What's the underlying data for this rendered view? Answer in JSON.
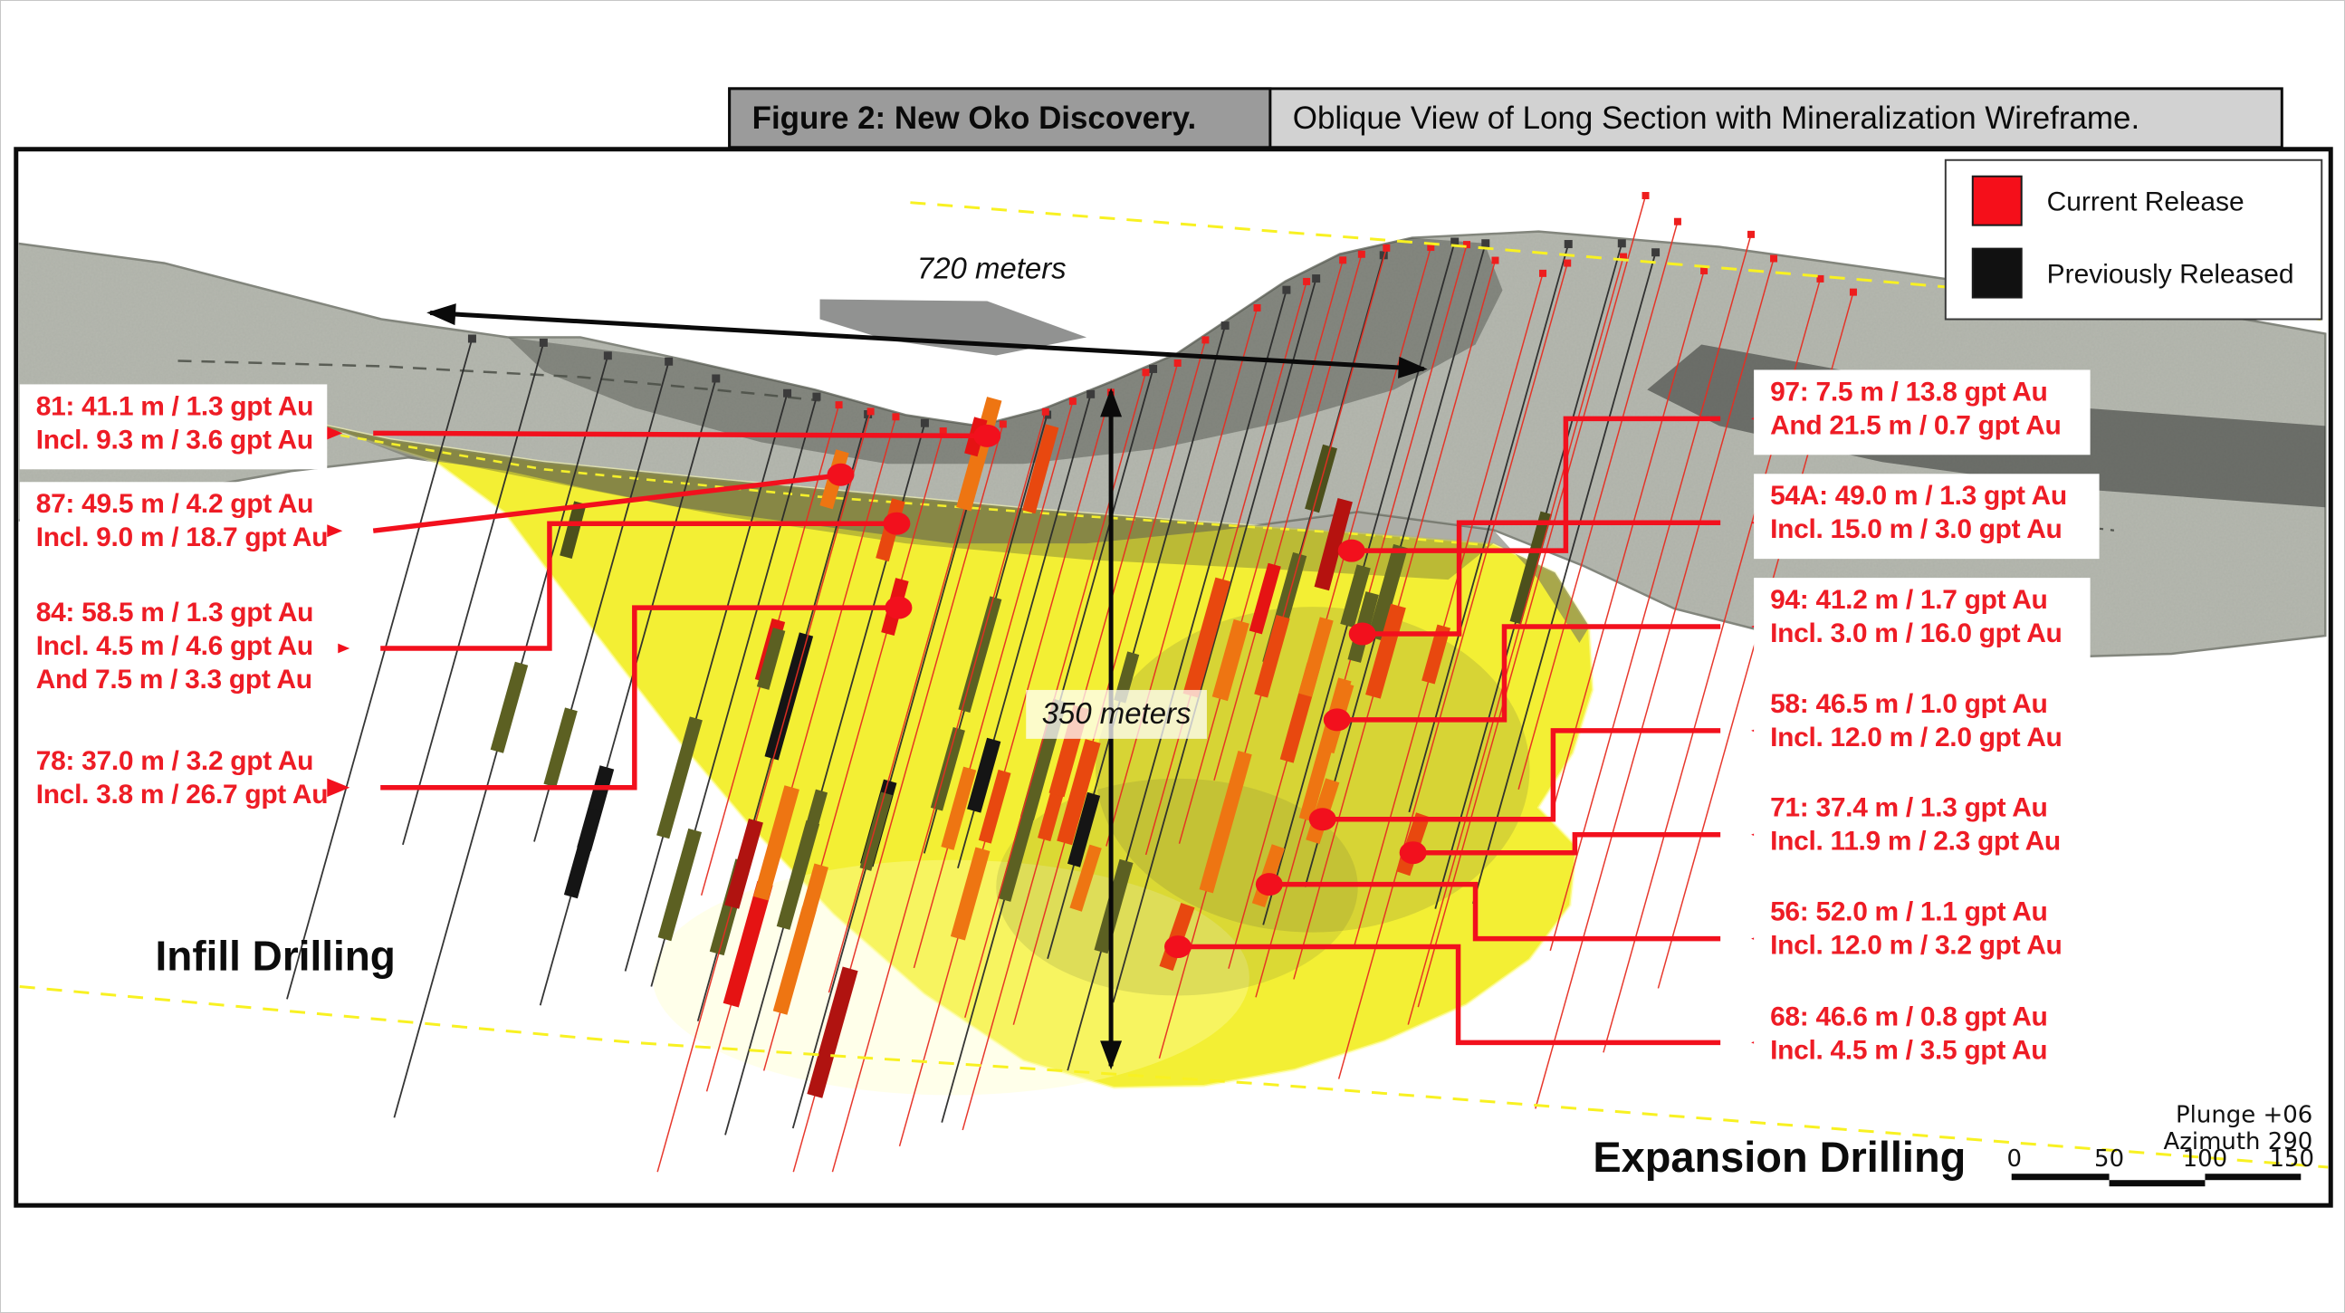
{
  "figure": {
    "title": "Figure 2: New Oko Discovery.",
    "subtitle": "Oblique View of Long Section with Mineralization Wireframe."
  },
  "legend": {
    "items": [
      {
        "label": "Current Release",
        "color": "#f50f1a"
      },
      {
        "label": "Previously Released",
        "color": "#111111"
      }
    ]
  },
  "dimensions": {
    "width_label": "720 meters",
    "depth_label": "350 meters"
  },
  "zones": {
    "left_label": "Infill Drilling",
    "right_label": "Expansion Drilling"
  },
  "view_params": {
    "plunge": "Plunge +06",
    "azimuth": "Azimuth 290"
  },
  "scale_bar": {
    "ticks": [
      "0",
      "50",
      "100",
      "150"
    ]
  },
  "annotations": {
    "left": [
      {
        "hole": "81",
        "lines": [
          "81: 41.1 m / 1.3 gpt Au",
          "Incl. 9.3 m / 3.6 gpt Au"
        ]
      },
      {
        "hole": "87",
        "lines": [
          "87: 49.5 m / 4.2 gpt Au",
          "Incl. 9.0 m / 18.7 gpt Au"
        ]
      },
      {
        "hole": "84",
        "lines": [
          "84: 58.5 m / 1.3 gpt Au",
          "Incl. 4.5 m / 4.6 gpt Au",
          "And 7.5 m / 3.3 gpt Au"
        ]
      },
      {
        "hole": "78",
        "lines": [
          "78: 37.0 m / 3.2 gpt Au",
          "Incl. 3.8 m / 26.7 gpt Au"
        ]
      }
    ],
    "right": [
      {
        "hole": "97",
        "lines": [
          "97: 7.5 m / 13.8 gpt Au",
          "And 21.5 m / 0.7 gpt Au"
        ]
      },
      {
        "hole": "54A",
        "lines": [
          "54A: 49.0 m / 1.3 gpt Au",
          "Incl. 15.0 m / 3.0 gpt Au"
        ]
      },
      {
        "hole": "94",
        "lines": [
          "94: 41.2 m / 1.7 gpt Au",
          "Incl. 3.0 m / 16.0 gpt Au"
        ]
      },
      {
        "hole": "58",
        "lines": [
          "58: 46.5 m / 1.0 gpt Au",
          "Incl. 12.0 m / 2.0 gpt Au"
        ]
      },
      {
        "hole": "71",
        "lines": [
          "71: 37.4 m / 1.3 gpt Au",
          "Incl. 11.9 m / 2.3 gpt Au"
        ]
      },
      {
        "hole": "56",
        "lines": [
          "56: 52.0 m / 1.1 gpt Au",
          "Incl. 12.0 m / 3.2 gpt Au"
        ]
      },
      {
        "hole": "68",
        "lines": [
          "68: 46.6 m / 0.8 gpt Au",
          "Incl. 4.5 m / 3.5 gpt Au"
        ]
      }
    ]
  },
  "colors": {
    "annotation_red": "#ee1c25",
    "leader_red": "#f2101d",
    "wireframe_yellow": "#f3ef34",
    "terrain_gray": "#b5b8af",
    "current_hole_red": "#e62e22",
    "previous_hole_black": "#2b2b2b",
    "intercept_orange": "#ee7512",
    "intercept_orange_red": "#e8480f",
    "intercept_red": "#e51313",
    "intercept_olive": "#5c6022",
    "guide_yellow": "#f8f122"
  }
}
